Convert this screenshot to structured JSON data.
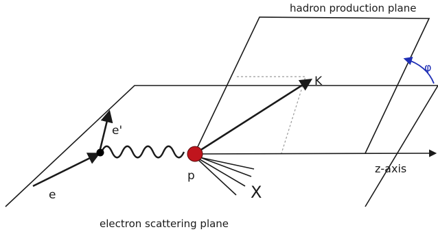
{
  "labels": {
    "hadron_plane": "hadron production plane",
    "electron_plane": "electron scattering plane",
    "phi": "φ",
    "kaon": "K",
    "scattered_electron": "e'",
    "electron": "e",
    "proton": "p",
    "remnant": "X",
    "z_axis": "z-axis"
  },
  "colors": {
    "line": "#1a1a1a",
    "guide": "#9a9a9a",
    "proton": "#c0151d",
    "angle": "#1f2fb5"
  }
}
